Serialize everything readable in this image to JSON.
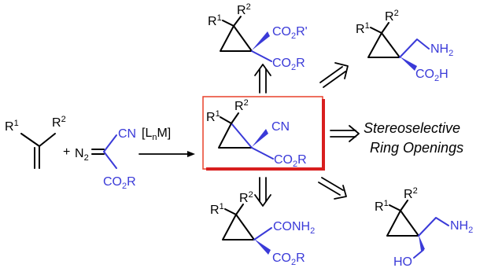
{
  "reactant_alkene": {
    "r1": "R",
    "r1_sup": "1",
    "r2": "R",
    "r2_sup": "2"
  },
  "diazo": {
    "plus": "+",
    "n2": "N",
    "n2_sub": "2",
    "cn": "CN",
    "ester": "CO",
    "ester_sub": "2",
    "ester_r": "R"
  },
  "catalyst": {
    "open": "[L",
    "sub": "n",
    "close": "M]"
  },
  "center": {
    "r1": "R",
    "r1_sup": "1",
    "r2": "R",
    "r2_sup": "2",
    "cn": "CN",
    "ester": "CO",
    "ester_sub": "2",
    "ester_r": "R",
    "box_color": "#e8402a"
  },
  "top_product": {
    "r1": "R",
    "r1_sup": "1",
    "r2": "R",
    "r2_sup": "2",
    "g1": "CO",
    "g1_sub": "2",
    "g1_r": "R'",
    "g2": "CO",
    "g2_sub": "2",
    "g2_r": "R"
  },
  "top_right_product": {
    "r1": "R",
    "r1_sup": "1",
    "r2": "R",
    "r2_sup": "2",
    "nh2": "NH",
    "nh2_sub": "2",
    "acid": "CO",
    "acid_sub": "2",
    "acid_h": "H"
  },
  "bottom_product": {
    "r1": "R",
    "r1_sup": "1",
    "r2": "R",
    "r2_sup": "2",
    "amide": "CONH",
    "amide_sub": "2",
    "ester": "CO",
    "ester_sub": "2",
    "ester_r": "R"
  },
  "bottom_right_product": {
    "r1": "R",
    "r1_sup": "1",
    "r2": "R",
    "r2_sup": "2",
    "nh2": "NH",
    "nh2_sub": "2",
    "ho": "HO"
  },
  "ring_openings": {
    "line1": "Stereoselective",
    "line2": "Ring Openings"
  },
  "colors": {
    "black": "#000000",
    "blue": "#3a3ad8",
    "box": "#e8402a",
    "box_shadow": "#d81e1e"
  }
}
